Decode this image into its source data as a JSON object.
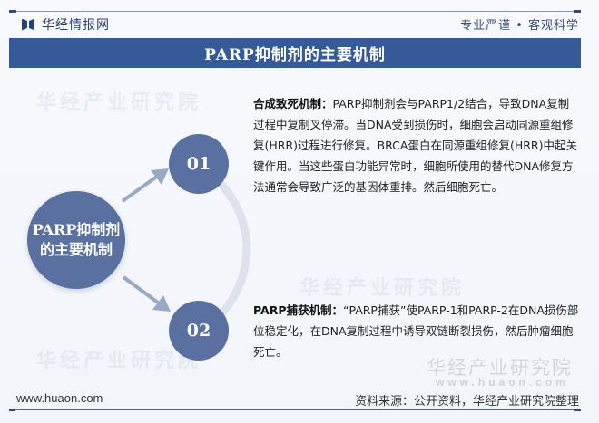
{
  "header": {
    "brand": "华经情报网",
    "slogan": "专业严谨 • 客观科学",
    "title": "PARP抑制剂的主要机制"
  },
  "diagram": {
    "center": {
      "line1": "PARP抑制剂",
      "line2": "的主要机制"
    },
    "nodes": [
      {
        "number": "01",
        "label": "合成致死机制：",
        "text": "PARP抑制剂会与PARP1/2结合，导致DNA复制过程中复制叉停滞。当DNA受到损伤时，细胞会启动同源重组修复(HRR)过程进行修复。BRCA蛋白在同源重组修复(HRR)中起关键作用。当这些蛋白功能异常时，细胞所使用的替代DNA修复方法通常会导致广泛的基因体重排。然后细胞死亡。"
      },
      {
        "number": "02",
        "label": "PARP捕获机制：",
        "text": "“PARP捕获”使PARP-1和PARP-2在DNA损伤部位稳定化，在DNA复制过程中诱导双链断裂损伤，然后肿瘤细胞死亡。"
      }
    ],
    "colors": {
      "circle": "#5a70a0",
      "arrow": "#9aa8c6",
      "arc": "#dde2ec",
      "title_bar": "#355a97"
    }
  },
  "watermarks": {
    "main": "华经产业研究院",
    "url": "www.huaon.com"
  },
  "footer": {
    "url": "www.huaon.com",
    "source": "资料来源：公开资料，华经产业研究院整理"
  }
}
